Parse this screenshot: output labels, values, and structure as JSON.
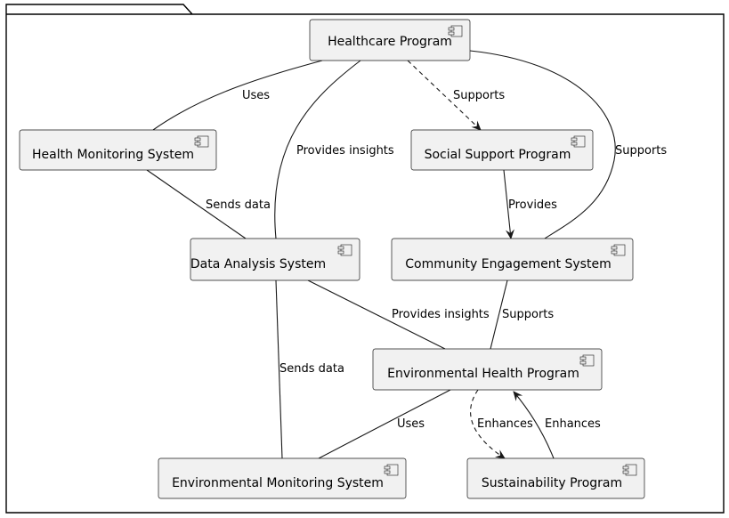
{
  "nodes": {
    "healthcare": "Healthcare Program",
    "health_monitoring": "Health Monitoring System",
    "social_support": "Social Support Program",
    "data_analysis": "Data Analysis System",
    "community": "Community Engagement System",
    "env_health": "Environmental Health Program",
    "env_monitoring": "Environmental Monitoring System",
    "sustainability": "Sustainability Program"
  },
  "edges": {
    "healthcare_health_monitoring": "Uses",
    "healthcare_data_analysis": "Provides insights",
    "healthcare_social_support": "Supports",
    "healthcare_community": "Supports",
    "health_monitoring_data_analysis": "Sends data",
    "social_support_community": "Provides",
    "data_analysis_env_health": "Provides insights",
    "community_env_health": "Supports",
    "data_analysis_env_monitoring": "Sends data",
    "env_health_env_monitoring": "Uses",
    "env_health_sustainability": "Enhances",
    "sustainability_env_health": "Enhances"
  }
}
